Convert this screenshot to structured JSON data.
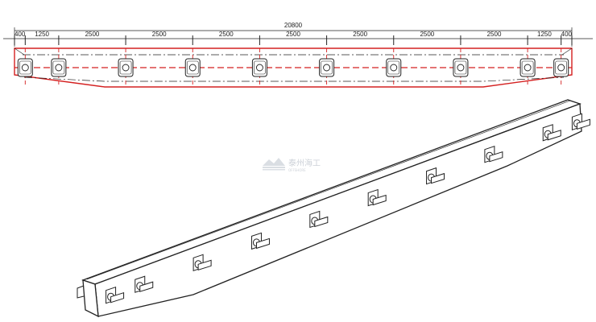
{
  "drawing": {
    "overall_dimension": "20800",
    "segment_dimensions": [
      "400",
      "1250",
      "2500",
      "2500",
      "2500",
      "2500",
      "2500",
      "2500",
      "2500",
      "1250",
      "400"
    ],
    "segment_values_mm": [
      400,
      1250,
      2500,
      2500,
      2500,
      2500,
      2500,
      2500,
      2500,
      1250,
      400
    ],
    "total_length_mm": 20800,
    "pad_count": 10,
    "colors": {
      "outline": "#d42020",
      "line": "#222222",
      "watermark": "#c8cdd4"
    }
  },
  "watermark": {
    "text": "泰州海工",
    "subtext": "OFFSHORE"
  }
}
